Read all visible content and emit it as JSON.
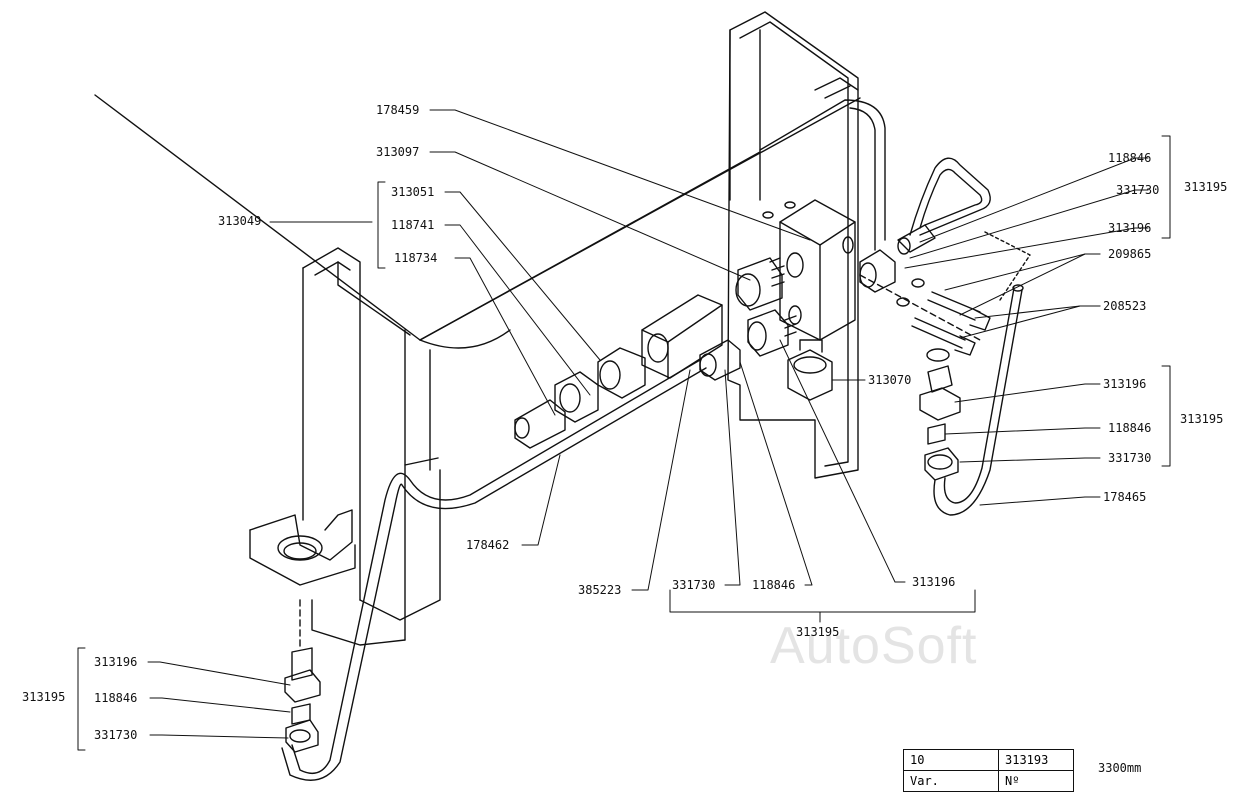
{
  "watermark": "AutoSoft",
  "labels": {
    "p178459": "178459",
    "p313097": "313097",
    "p313051": "313051",
    "p313049": "313049",
    "p118741": "118741",
    "p118734": "118734",
    "p118846_tr": "118846",
    "p331730_tr": "331730",
    "p313195_tr": "313195",
    "p313196_tr": "313196",
    "p209865": "209865",
    "p208523": "208523",
    "p313070": "313070",
    "p313196_r": "313196",
    "p313195_r": "313195",
    "p118846_r": "118846",
    "p331730_r": "331730",
    "p178465": "178465",
    "p178462": "178462",
    "p385223": "385223",
    "p331730_b": "331730",
    "p118846_b": "118846",
    "p313196_b": "313196",
    "p313195_b": "313195",
    "p313196_l": "313196",
    "p313195_l": "313195",
    "p118846_l": "118846",
    "p331730_l": "331730"
  },
  "title_block": {
    "qty": "10",
    "number": "313193",
    "var_label": "Var.",
    "no_label": "Nº",
    "model": "3300mm"
  }
}
